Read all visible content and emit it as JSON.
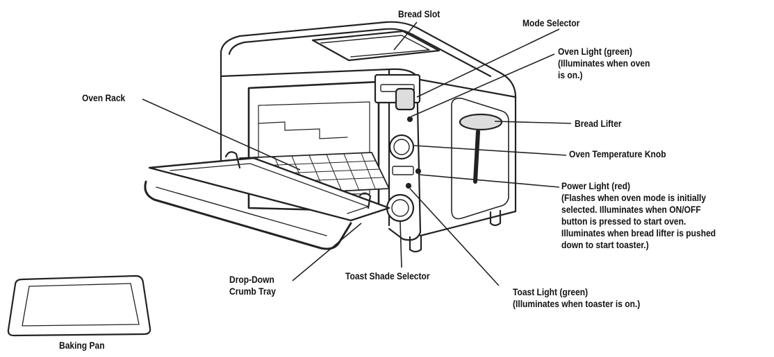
{
  "labels": {
    "bread_slot": "Bread Slot",
    "mode_selector": "Mode Selector",
    "oven_light": {
      "title": "Oven Light (green)",
      "line1": "(Illuminates when oven",
      "line2": "is on.)"
    },
    "oven_rack": "Oven Rack",
    "bread_lifter": "Bread Lifter",
    "oven_temperature_knob": "Oven Temperature Knob",
    "power_light": {
      "title": "Power Light (red)",
      "line1": "(Flashes when oven mode is initially",
      "line2": "selected. Illuminates when ON/OFF",
      "line3": "button is pressed to start oven.",
      "line4": "Illuminates when bread lifter is pushed",
      "line5": "down to start toaster.)"
    },
    "drop_down_crumb_tray": {
      "line1": "Drop-Down",
      "line2": "Crumb Tray"
    },
    "toast_shade_selector": "Toast Shade Selector",
    "toast_light": {
      "title": "Toast Light (green)",
      "line1": "(Illuminates when toaster is on.)"
    },
    "baking_pan": "Baking Pan"
  }
}
